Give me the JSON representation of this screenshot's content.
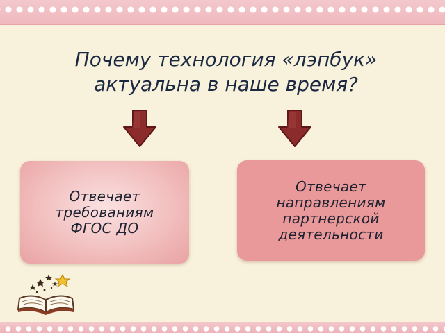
{
  "slide": {
    "title": "Почему технология «лэпбук»\nактуальна в наше время?",
    "cards": [
      {
        "text": "Отвечает\nтребованиям\nФГОС ДО"
      },
      {
        "text": "Отвечает\nнаправлениям\nпартнерской\nдеятельности"
      }
    ]
  },
  "icons": {
    "arrows": [
      "arrow-down-icon",
      "arrow-down-icon"
    ],
    "decoration": "open-book-with-stars-icon"
  },
  "colors": {
    "background": "#f8f1db",
    "band": "#f0bcc2",
    "arrow": "#8b2b2b",
    "card_left": "#f1bcbc",
    "card_right": "#e9999a",
    "title_text": "#1b2a42"
  }
}
